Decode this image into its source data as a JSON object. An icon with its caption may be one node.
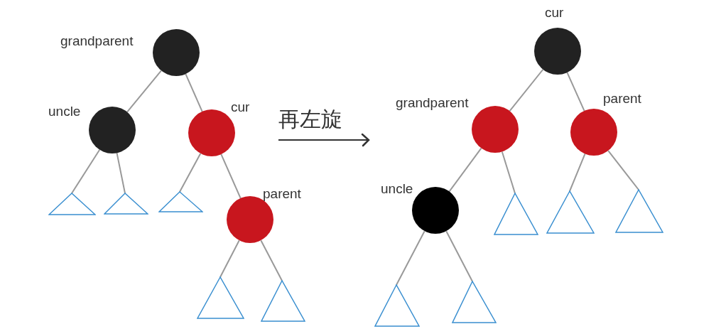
{
  "diagram": {
    "nodes": [
      {
        "text": [],
        "shape": "circle",
        "beside": [
          "grandparent"
        ]
      },
      {
        "text": [],
        "shape": "circle",
        "beside": [
          "uncle"
        ]
      },
      {
        "text": [],
        "shape": "circle",
        "beside": [
          "cur"
        ]
      },
      {
        "text": [],
        "shape": "triangle"
      },
      {
        "text": [],
        "shape": "triangle"
      },
      {
        "text": [],
        "shape": "triangle"
      },
      {
        "text": [],
        "shape": "circle",
        "beside": [
          "parent"
        ]
      },
      {
        "text": [],
        "shape": "triangle"
      },
      {
        "text": [],
        "shape": "triangle"
      },
      {
        "text": [],
        "shape": "circle",
        "beside": [
          "cur"
        ]
      },
      {
        "text": [],
        "shape": "circle",
        "beside": [
          "grandparent"
        ]
      },
      {
        "text": [],
        "shape": "circle",
        "beside": [
          "parent"
        ]
      },
      {
        "text": [],
        "shape": "circle",
        "beside": [
          "uncle"
        ]
      },
      {
        "text": [],
        "shape": "triangle"
      },
      {
        "text": [],
        "shape": "triangle"
      },
      {
        "text": [],
        "shape": "triangle"
      },
      {
        "text": [],
        "shape": "triangle"
      },
      {
        "text": [],
        "shape": "triangle"
      }
    ],
    "edges": [
      {
        "from": 0,
        "to": 1,
        "arrow": "none"
      },
      {
        "from": 0,
        "to": 2,
        "arrow": "none"
      },
      {
        "from": 1,
        "to": 3,
        "arrow": "none"
      },
      {
        "from": 1,
        "to": 4,
        "arrow": "none"
      },
      {
        "from": 2,
        "to": 5,
        "arrow": "none"
      },
      {
        "from": 2,
        "to": 6,
        "arrow": "none"
      },
      {
        "from": 6,
        "to": 7,
        "arrow": "none"
      },
      {
        "from": 6,
        "to": 8,
        "arrow": "none"
      },
      {
        "from": 9,
        "to": 10,
        "arrow": "none"
      },
      {
        "from": 9,
        "to": 11,
        "arrow": "none"
      },
      {
        "from": 10,
        "to": 12,
        "arrow": "none"
      },
      {
        "from": 10,
        "to": 13,
        "arrow": "none"
      },
      {
        "from": 11,
        "to": 14,
        "arrow": "none"
      },
      {
        "from": 11,
        "to": 15,
        "arrow": "none"
      },
      {
        "from": 12,
        "to": 16,
        "arrow": "none"
      },
      {
        "from": 12,
        "to": 17,
        "arrow": "none"
      }
    ],
    "labels": [
      "再左旋"
    ]
  }
}
